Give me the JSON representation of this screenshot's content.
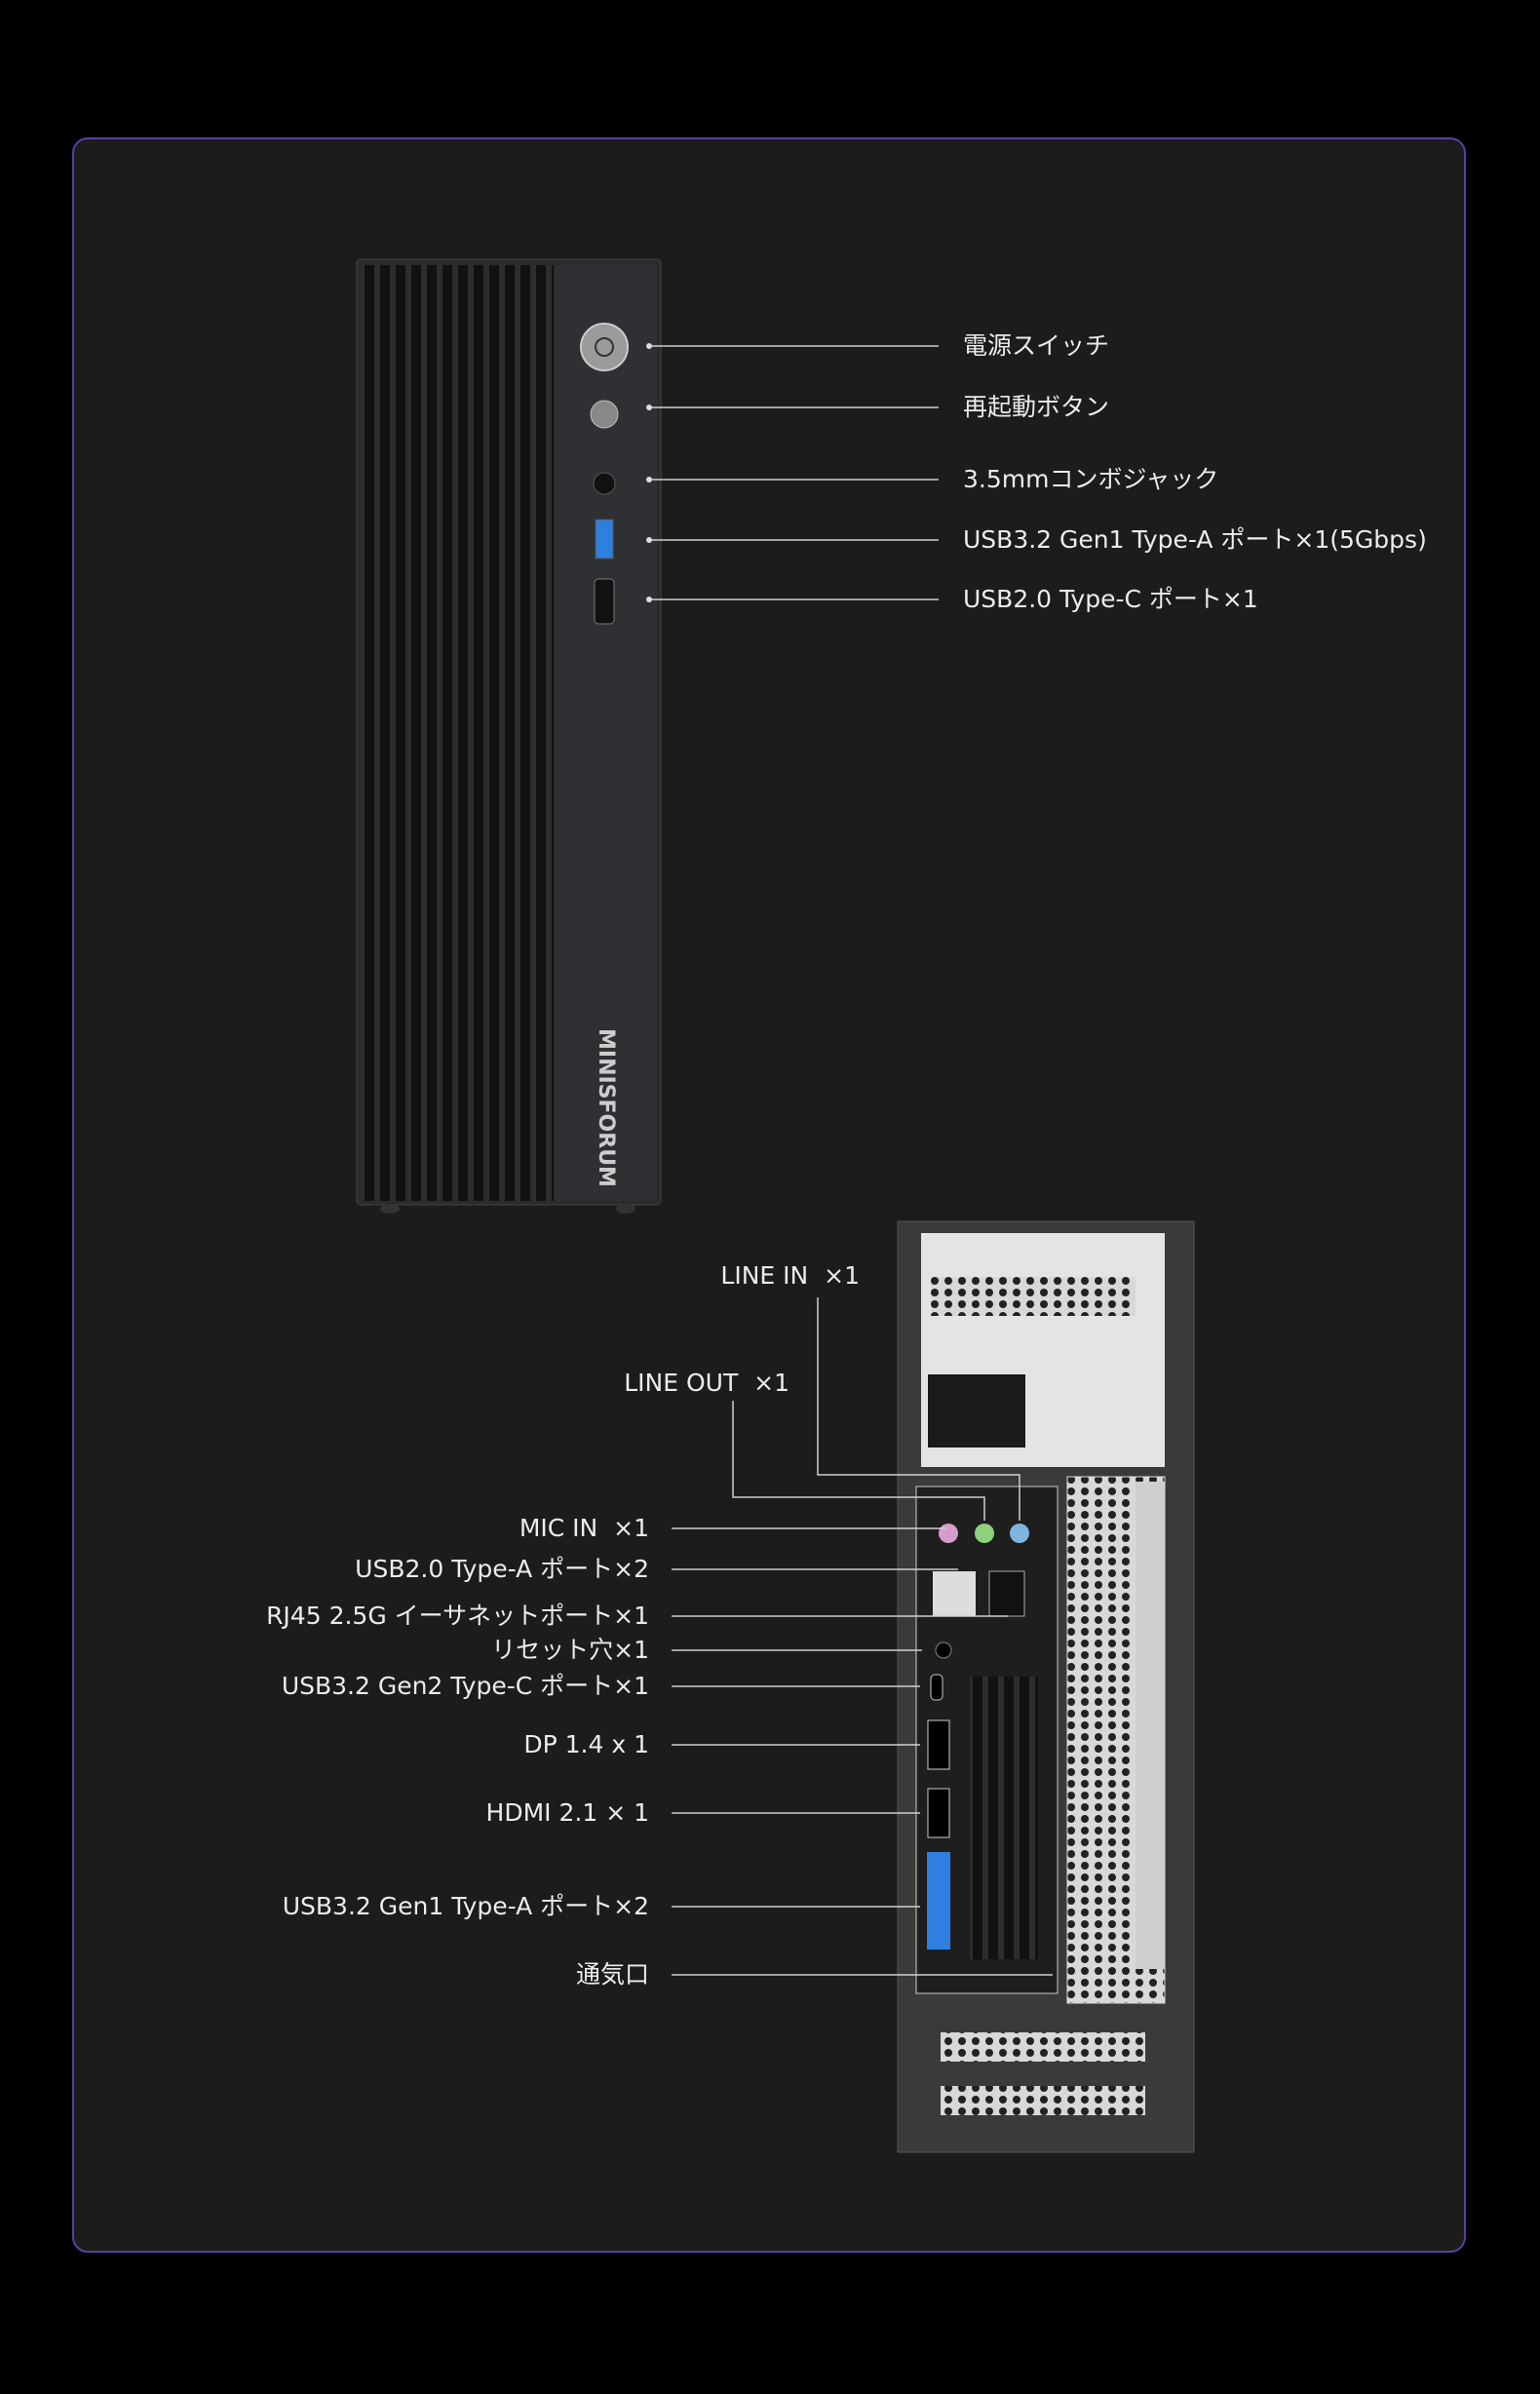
{
  "front_callouts": [
    {
      "id": "power",
      "label": "電源スイッチ"
    },
    {
      "id": "reset",
      "label": "再起動ボタン"
    },
    {
      "id": "audio",
      "label": "3.5mmコンボジャック"
    },
    {
      "id": "usb-a",
      "label": "USB3.2 Gen1 Type-A ポート×1(5Gbps)"
    },
    {
      "id": "usb-c",
      "label": "USB2.0 Type-C ポート×1"
    }
  ],
  "rear_callouts": [
    {
      "id": "line-in",
      "label": "LINE IN  ×1"
    },
    {
      "id": "line-out",
      "label": "LINE OUT  ×1"
    },
    {
      "id": "mic-in",
      "label": "MIC IN  ×1"
    },
    {
      "id": "usb2-a",
      "label": "USB2.0 Type-A ポート×2"
    },
    {
      "id": "rj45",
      "label": "RJ45 2.5G イーサネットポート×1"
    },
    {
      "id": "reset-hole",
      "label": "リセット穴×1"
    },
    {
      "id": "usb32-c",
      "label": "USB3.2 Gen2 Type-C ポート×1"
    },
    {
      "id": "dp",
      "label": "DP 1.4 x 1"
    },
    {
      "id": "hdmi",
      "label": "HDMI 2.1 × 1"
    },
    {
      "id": "usb32-a",
      "label": "USB3.2 Gen1 Type-A ポート×2"
    },
    {
      "id": "vent",
      "label": "通気口"
    }
  ],
  "brand_logo": "MINISFORUM",
  "colors": {
    "panel": "#1c1c1c",
    "border": "#5b3fa0",
    "text": "#ececec",
    "usb3": "#2f7fe0"
  }
}
